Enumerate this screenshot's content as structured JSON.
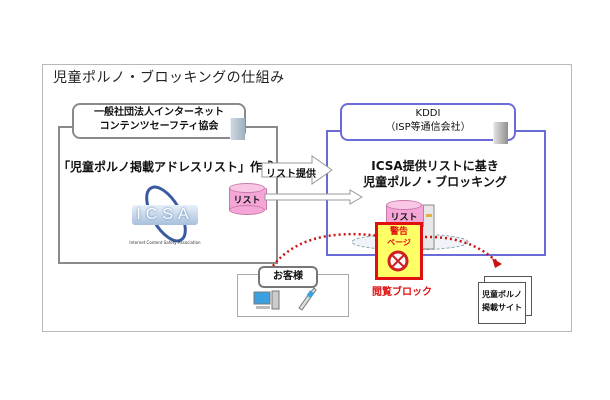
{
  "title": "児童ポルノ・ブロッキングの仕組み",
  "left_org": {
    "name_line1": "一般社団法人インターネット",
    "name_line2": "コンテンツセーフティ協会",
    "heading": "「児童ポルノ掲載アドレスリスト」作成",
    "logo_text": "ICSA",
    "logo_subtitle": "Internet Content Safety Association",
    "database_label": "リスト"
  },
  "arrow_label": "リスト提供",
  "right_org": {
    "name_line1": "KDDI",
    "name_line2": "（ISP等通信会社）",
    "heading_line1": "ICSA提供リストに基き",
    "heading_line2": "児童ポルノ・ブロッキング",
    "database_label": "リスト"
  },
  "warning": {
    "title": "警告",
    "page": "ページ",
    "block_label": "閲覧ブロック"
  },
  "customer": {
    "label": "お客様"
  },
  "site": {
    "line1": "児童ポルノ",
    "line2": "掲載サイト"
  },
  "colors": {
    "isp_border": "#6b6bd6",
    "database": "#f4a6d6",
    "warning_fill": "#ffff66",
    "warning_red": "#e01010"
  }
}
